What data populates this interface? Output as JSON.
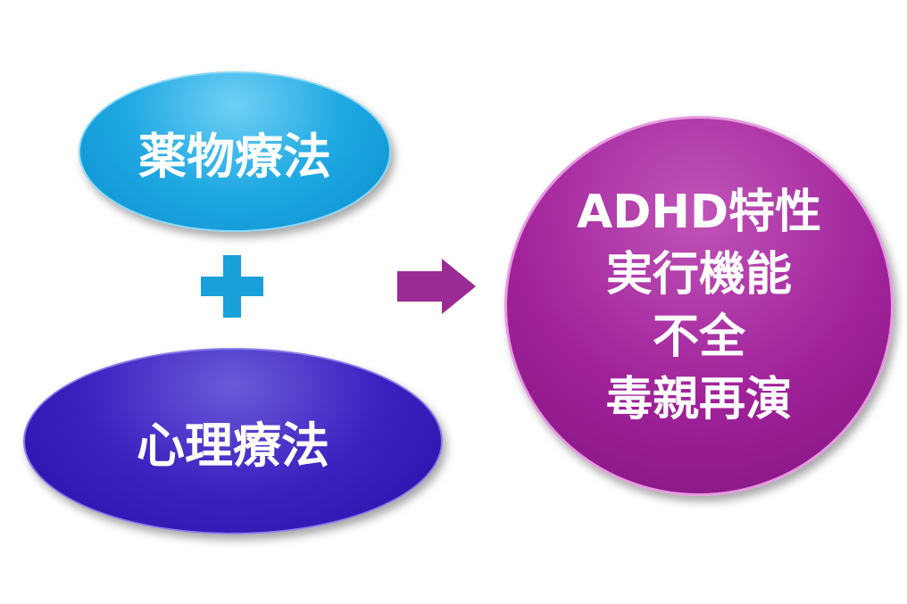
{
  "left_top": "薬物療法",
  "left_bottom": "心理療法",
  "result": {
    "line1": "ADHD特性",
    "line2": "実行機能",
    "line3": "不全",
    "line4": "毒親再演"
  }
}
